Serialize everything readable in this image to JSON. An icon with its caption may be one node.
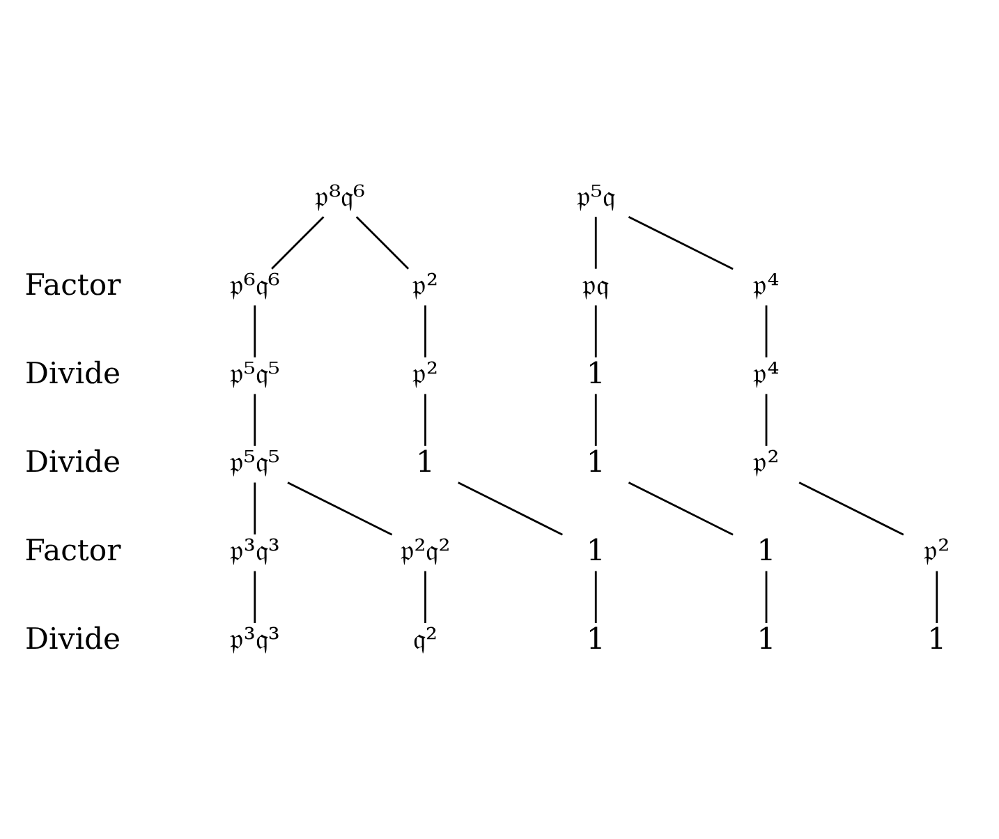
{
  "diagram": {
    "nodes": [
      {
        "text": [
          "𝔭⁸𝔮⁶"
        ]
      },
      {
        "text": [
          "𝔭⁵𝔮"
        ]
      },
      {
        "text": [
          "𝔭⁶𝔮⁶"
        ]
      },
      {
        "text": [
          "𝔭²"
        ]
      },
      {
        "text": [
          "𝔭𝔮"
        ]
      },
      {
        "text": [
          "𝔭⁴"
        ]
      },
      {
        "text": [
          "𝔭⁵𝔮⁵"
        ]
      },
      {
        "text": [
          "𝔭²"
        ]
      },
      {
        "text": [
          "1"
        ]
      },
      {
        "text": [
          "𝔭⁴"
        ]
      },
      {
        "text": [
          "𝔭⁵𝔮⁵"
        ]
      },
      {
        "text": [
          "1"
        ]
      },
      {
        "text": [
          "1"
        ]
      },
      {
        "text": [
          "𝔭²"
        ]
      },
      {
        "text": [
          "𝔭³𝔮³"
        ]
      },
      {
        "text": [
          "𝔭²𝔮²"
        ]
      },
      {
        "text": [
          "1"
        ]
      },
      {
        "text": [
          "1"
        ]
      },
      {
        "text": [
          "𝔭²"
        ]
      },
      {
        "text": [
          "𝔭³𝔮³"
        ]
      },
      {
        "text": [
          "𝔮²"
        ]
      },
      {
        "text": [
          "1"
        ]
      },
      {
        "text": [
          "1"
        ]
      },
      {
        "text": [
          "1"
        ]
      }
    ],
    "edges": [
      {
        "from": 0,
        "to": 2,
        "arrow": "none"
      },
      {
        "from": 0,
        "to": 3,
        "arrow": "none"
      },
      {
        "from": 1,
        "to": 4,
        "arrow": "none"
      },
      {
        "from": 1,
        "to": 5,
        "arrow": "none"
      },
      {
        "from": 2,
        "to": 6,
        "arrow": "none"
      },
      {
        "from": 3,
        "to": 7,
        "arrow": "none"
      },
      {
        "from": 4,
        "to": 8,
        "arrow": "none"
      },
      {
        "from": 5,
        "to": 9,
        "arrow": "none"
      },
      {
        "from": 6,
        "to": 10,
        "arrow": "none"
      },
      {
        "from": 7,
        "to": 11,
        "arrow": "none"
      },
      {
        "from": 8,
        "to": 12,
        "arrow": "none"
      },
      {
        "from": 9,
        "to": 13,
        "arrow": "none"
      },
      {
        "from": 10,
        "to": 14,
        "arrow": "none"
      },
      {
        "from": 10,
        "to": 15,
        "arrow": "none"
      },
      {
        "from": 11,
        "to": 16,
        "arrow": "none"
      },
      {
        "from": 12,
        "to": 17,
        "arrow": "none"
      },
      {
        "from": 13,
        "to": 18,
        "arrow": "none"
      },
      {
        "from": 14,
        "to": 19,
        "arrow": "none"
      },
      {
        "from": 15,
        "to": 20,
        "arrow": "none"
      },
      {
        "from": 16,
        "to": 21,
        "arrow": "none"
      },
      {
        "from": 17,
        "to": 22,
        "arrow": "none"
      },
      {
        "from": 18,
        "to": 23,
        "arrow": "none"
      }
    ],
    "labels": [
      "Factor",
      "Divide",
      "Divide",
      "Factor",
      "Divide"
    ]
  }
}
